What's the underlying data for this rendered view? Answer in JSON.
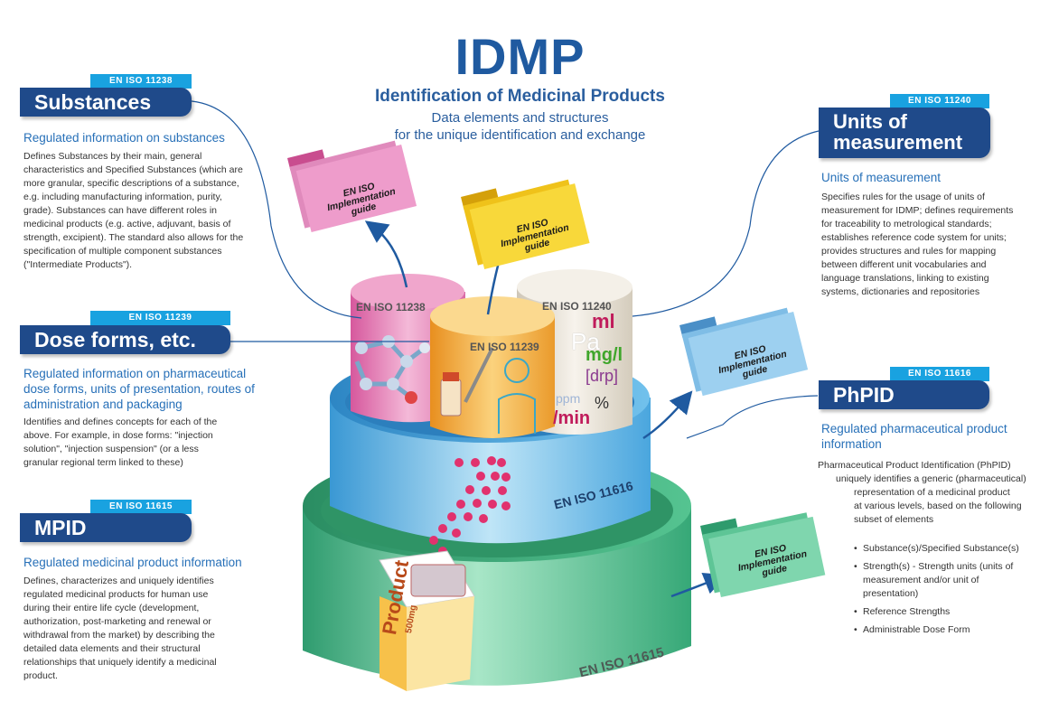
{
  "header": {
    "title": "IDMP",
    "subtitle": "Identification of Medicinal Products",
    "desc_line1": "Data elements and structures",
    "desc_line2": "for the unique identification and exchange"
  },
  "substances": {
    "iso": "EN ISO 11238",
    "label": "Substances",
    "subtitle": "Regulated information on substances",
    "body": "Defines Substances by their main, general characteristics and Specified Substances (which are more granular, specific descriptions of a substance, e.g. including manufacturing information, purity, grade). Substances can have different roles in medicinal products (e.g. active, adjuvant, basis of strength, excipient). The standard also allows for the specification of multiple component substances (\"Intermediate Products\")."
  },
  "dose_forms": {
    "iso": "EN ISO 11239",
    "label": "Dose forms, etc.",
    "subtitle": "Regulated information on pharmaceutical dose forms, units of presentation, routes of administration and packaging",
    "body": "Identifies and defines concepts for each of the above. For example, in dose forms: \"injection solution\", \"injection suspension\" (or a less granular regional term linked to these)"
  },
  "mpid": {
    "iso": "EN ISO 11615",
    "label": "MPID",
    "subtitle": "Regulated medicinal product information",
    "body": "Defines, characterizes and uniquely identifies regulated medicinal products for human use during their entire life cycle (development, authorization, post-marketing and renewal or withdrawal from the market) by describing the detailed data elements and their structural relationships that uniquely identify a medicinal product."
  },
  "units": {
    "iso": "EN ISO 11240",
    "label_line1": "Units of",
    "label_line2": "measurement",
    "subtitle": "Units of measurement",
    "body": "Specifies rules for the usage of units of measurement for IDMP; defines requirements for traceability to metrological standards; establishes reference code system for units; provides structures and rules for mapping between different unit vocabularies and language translations, linking to existing systems, dictionaries and repositories"
  },
  "phpid": {
    "iso": "EN ISO 11616",
    "label": "PhPID",
    "subtitle": "Regulated pharmaceutical product information",
    "body_line1": "Pharmaceutical Product Identification (PhPID)",
    "body_line2": "uniquely identifies a generic (pharmaceutical)",
    "body_line3": "representation of a medicinal product",
    "body_line4": "at various levels, based on the following",
    "body_line5": "subset of elements",
    "bullets": [
      "Substance(s)/Specified Substance(s)",
      "Strength(s) - Strength units (units of measurement and/or unit of presentation)",
      "Reference Strengths",
      "Administrable Dose Form"
    ]
  },
  "folders": {
    "line1": "EN ISO",
    "line2": "Implementation",
    "line3": "guide"
  },
  "cylinders": {
    "c11238": "EN ISO 11238",
    "c11239": "EN ISO 11239",
    "c11240": "EN ISO 11240",
    "c11616": "EN ISO 11616",
    "c11615": "EN ISO 11615"
  },
  "units_glyphs": {
    "ml": "ml",
    "pa": "Pa",
    "mgl": "mg/l",
    "drp": "[drp]",
    "ppm": "ppm",
    "pct": "%",
    "min": "/min"
  },
  "product_box": {
    "name": "Product",
    "dose": "500mg"
  },
  "colors": {
    "navy": "#1f4a8a",
    "cyan": "#19a2e0",
    "title_blue": "#1f5aa0",
    "green": "#3fb98a",
    "blue_cyl": "#5ab4e6",
    "pink": "#e47cb4",
    "orange": "#f3a93a",
    "beige": "#e9e3d8"
  }
}
